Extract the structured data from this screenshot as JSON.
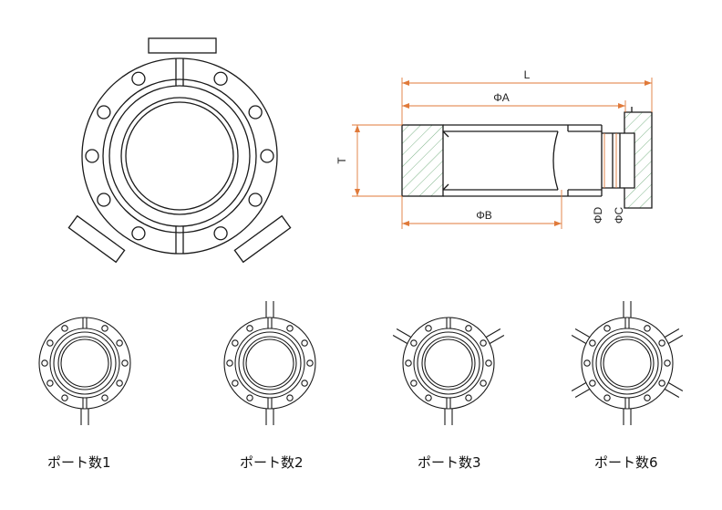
{
  "dimensions": {
    "length": "L",
    "dia_a": "ΦA",
    "dia_b": "ΦB",
    "thickness": "T",
    "dia_d": "ΦD",
    "dia_c": "ΦC"
  },
  "ports": [
    {
      "caption": "ポート数1",
      "count": 1
    },
    {
      "caption": "ポート数2",
      "count": 2
    },
    {
      "caption": "ポート数3",
      "count": 3
    },
    {
      "caption": "ポート数6",
      "count": 6
    }
  ],
  "colors": {
    "line": "#1a1a1a",
    "dimension": "#e07a3a",
    "hatch": "#7fb58a"
  }
}
